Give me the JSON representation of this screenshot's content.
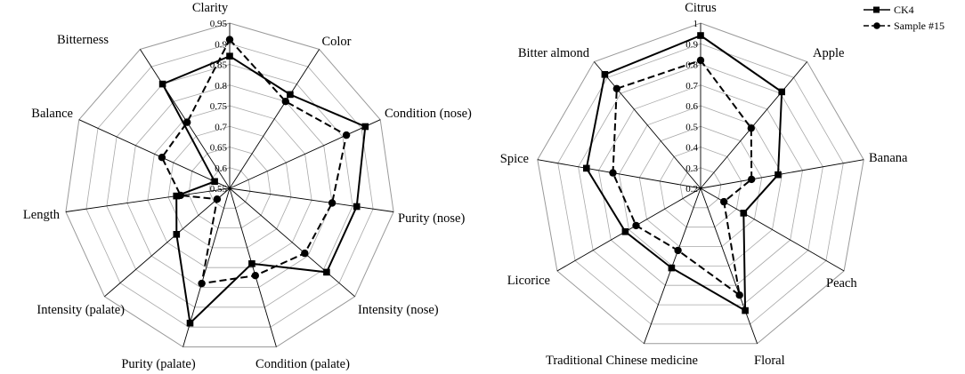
{
  "chart_data": [
    {
      "type": "radar",
      "axes": [
        "Clarity",
        "Color",
        "Condition (nose)",
        "Purity (nose)",
        "Intensity (nose)",
        "Condition (palate)",
        "Purity (palate)",
        "Intensity (palate)",
        "Length",
        "Balance",
        "Bitterness"
      ],
      "ticks": [
        "0.55",
        "0.6",
        "0.65",
        "0.7",
        "0.75",
        "0.8",
        "0.85",
        "0.9",
        "0.95"
      ],
      "rlim": [
        0.55,
        0.95
      ],
      "series": [
        {
          "name": "CK4",
          "marker": "square",
          "line": "solid",
          "values": [
            0.87,
            0.82,
            0.91,
            0.86,
            0.86,
            0.74,
            0.89,
            0.72,
            0.68,
            0.59,
            0.85
          ]
        },
        {
          "name": "Sample #15",
          "marker": "circle",
          "line": "dashed",
          "values": [
            0.91,
            0.8,
            0.86,
            0.8,
            0.79,
            0.77,
            0.79,
            0.59,
            0.67,
            0.73,
            0.74
          ]
        }
      ]
    },
    {
      "type": "radar",
      "axes": [
        "Citrus",
        "Apple",
        "Banana",
        "Peach",
        "Floral",
        "Traditional Chinese medicine",
        "Licorice",
        "Spice",
        "Bitter almond"
      ],
      "ticks": [
        "0.2",
        "0.3",
        "0.4",
        "0.5",
        "0.6",
        "0.7",
        "0.8",
        "0.9",
        "1"
      ],
      "rlim": [
        0.2,
        1.0
      ],
      "series": [
        {
          "name": "CK4",
          "marker": "square",
          "line": "solid",
          "values": [
            0.94,
            0.81,
            0.58,
            0.44,
            0.83,
            0.61,
            0.62,
            0.76,
            0.92
          ]
        },
        {
          "name": "Sample #15",
          "marker": "circle",
          "line": "dashed",
          "values": [
            0.82,
            0.58,
            0.45,
            0.33,
            0.75,
            0.52,
            0.56,
            0.63,
            0.83
          ]
        }
      ]
    }
  ],
  "legend": {
    "position": "top-right",
    "items": [
      {
        "label": "CK4",
        "marker": "square",
        "line": "solid"
      },
      {
        "label": "Sample #15",
        "marker": "circle",
        "line": "dashed"
      }
    ]
  }
}
